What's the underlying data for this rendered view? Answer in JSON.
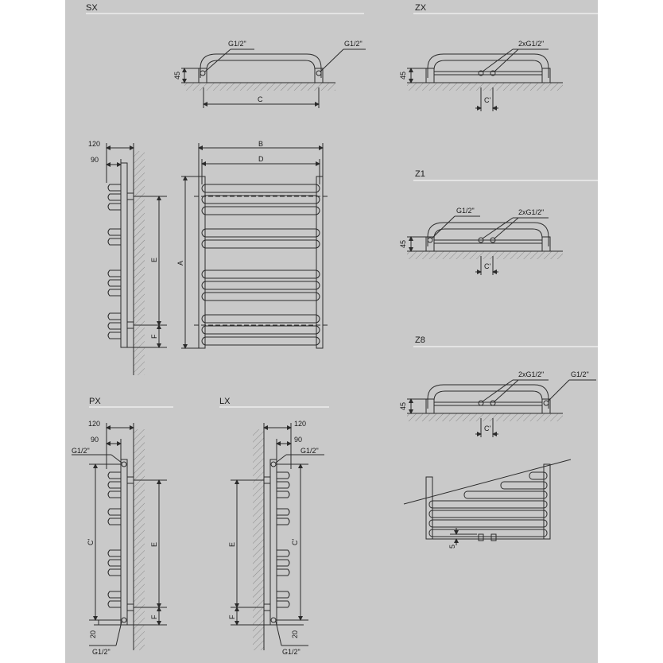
{
  "colors": {
    "sheet": "#c9c9c9",
    "line": "#2b2b2b",
    "wall_hatch": "#8a8a8a",
    "page": "#ffffff"
  },
  "views": {
    "sx": {
      "title": "SX",
      "conn_left": "G1/2\"",
      "conn_right": "G1/2\"",
      "dim_h": "45",
      "dim_c": "C"
    },
    "zx": {
      "title": "ZX",
      "conn": "2xG1/2\"",
      "dim_h": "45",
      "dim_c": "C'"
    },
    "z1": {
      "title": "Z1",
      "conn_left": "G1/2\"",
      "conn_mid": "2xG1/2\"",
      "dim_h": "45",
      "dim_c": "C'"
    },
    "z8": {
      "title": "Z8",
      "conn_mid": "2xG1/2\"",
      "conn_right": "G1/2\"",
      "dim_h": "45",
      "dim_c": "C'"
    },
    "side": {
      "d120": "120",
      "d90": "90",
      "dE": "E",
      "dF": "F"
    },
    "front": {
      "dA": "A",
      "dB": "B",
      "dD": "D"
    },
    "px": {
      "title": "PX",
      "d120": "120",
      "d90": "90",
      "conn_top": "G1/2\"",
      "conn_bottom": "G1/2\"",
      "dC": "C'",
      "dE": "E",
      "dF": "F",
      "d20": "20"
    },
    "lx": {
      "title": "LX",
      "d120": "120",
      "d90": "90",
      "conn_top": "G1/2\"",
      "conn_bottom": "G1/2\"",
      "dC": "C'",
      "dE": "E",
      "dF": "F",
      "d20": "20"
    },
    "slope": {
      "d5": "5"
    }
  }
}
